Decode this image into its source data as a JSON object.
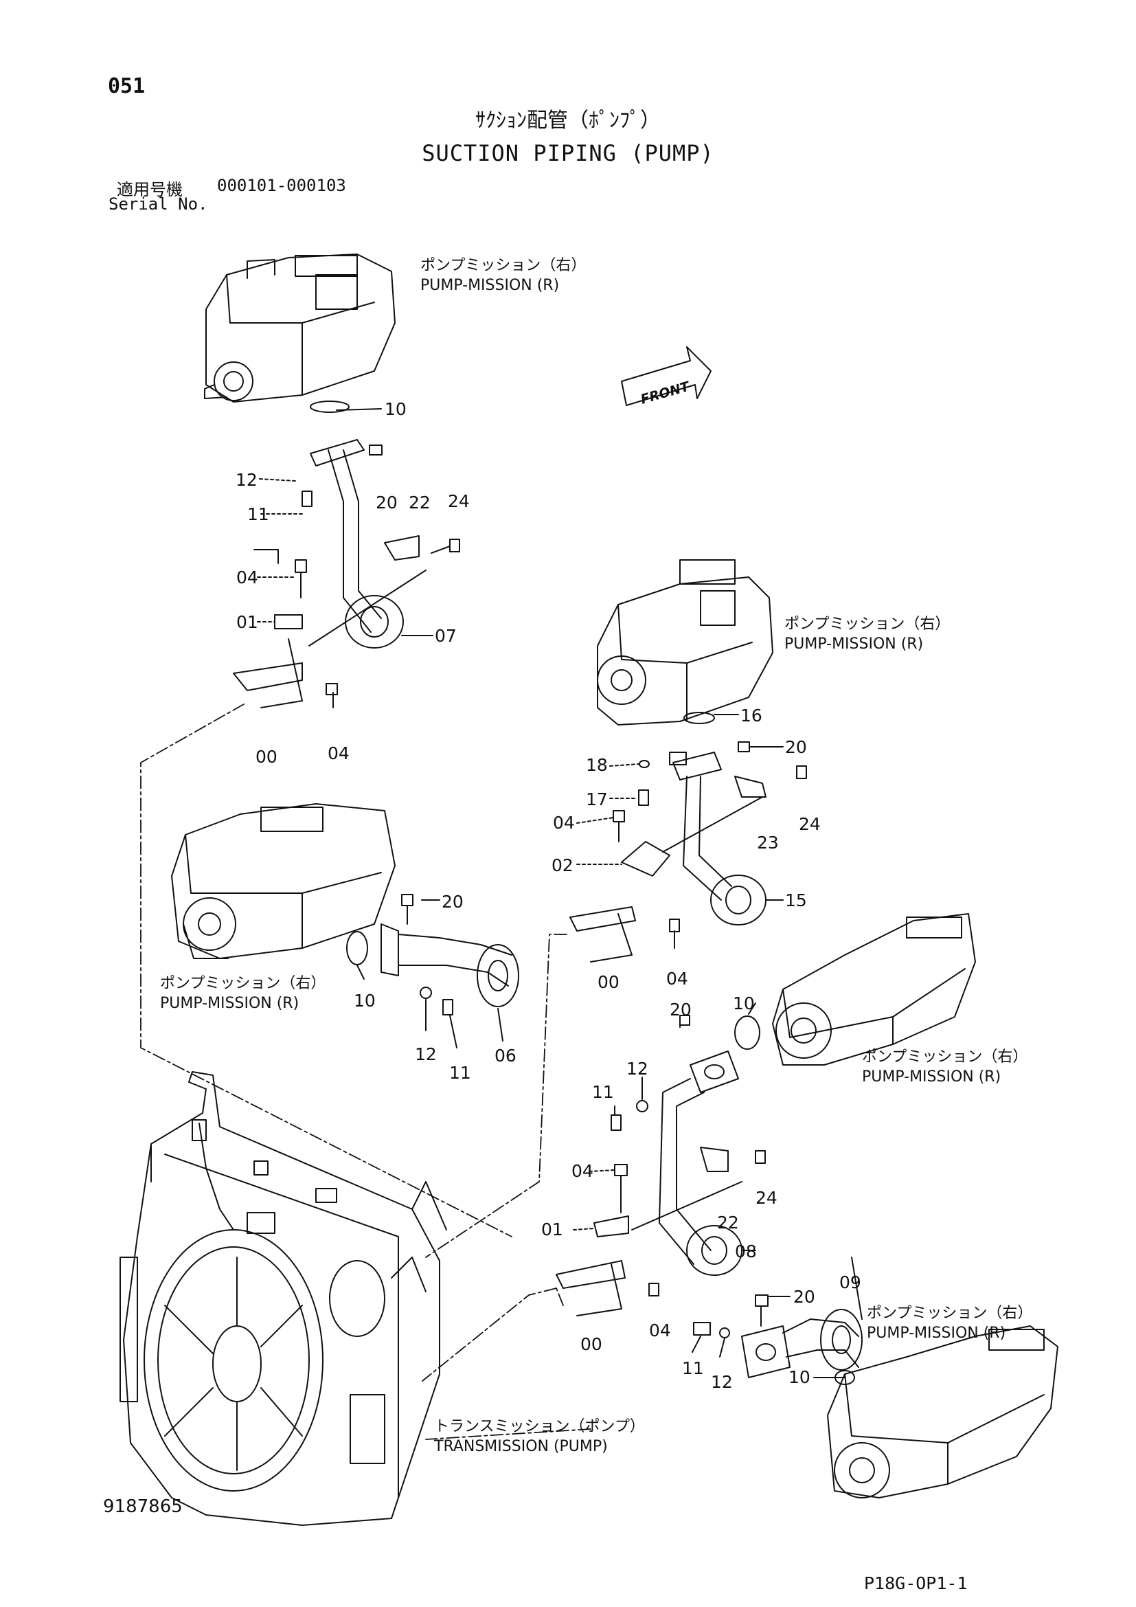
{
  "header": {
    "page_number": "051",
    "title_jp": "ｻｸｼｮﾝ配管（ﾎﾟﾝﾌﾟ）",
    "title_en": "SUCTION PIPING (PUMP)",
    "serial_label_jp": "適用号機",
    "serial_range": "000101-000103",
    "serial_label_en": "Serial No."
  },
  "captions": {
    "pm_jp": "ポンプミッション（右）",
    "pm_en": "PUMP-MISSION (R)",
    "tm_jp": "トランスミッション（ポンプ）",
    "tm_en": "TRANSMISSION (PUMP)",
    "front": "FRONT"
  },
  "parts": {
    "p00": "00",
    "p01": "01",
    "p02": "02",
    "p04": "04",
    "p06": "06",
    "p07": "07",
    "p08": "08",
    "p09": "09",
    "p10": "10",
    "p11": "11",
    "p12": "12",
    "p15": "15",
    "p16": "16",
    "p17": "17",
    "p18": "18",
    "p20": "20",
    "p22": "22",
    "p23": "23",
    "p24": "24"
  },
  "footer": {
    "doc_number": "9187865",
    "page_code": "P18G-OP1-1"
  }
}
